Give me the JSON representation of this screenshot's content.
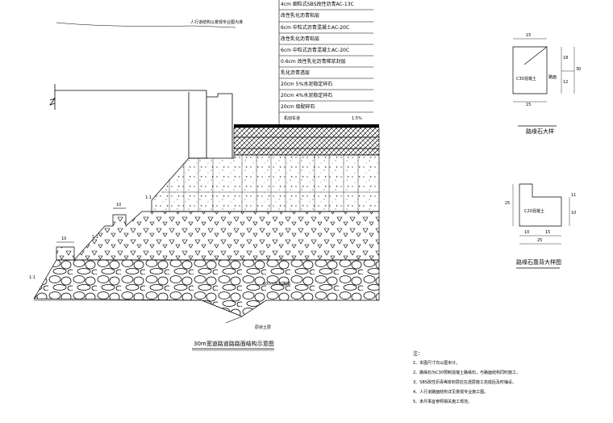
{
  "callouts": {
    "top_left_note": "人行道结构以景观专业图为准",
    "slope_ratio_left": "1:1",
    "slope_ratio_mid": "1:1",
    "slope_ratio_bottom": "1:1",
    "step_width": "10",
    "crossfall_label": "机动车道",
    "crossfall_value": "1.5%",
    "rubble_label": "60cm片石换填",
    "subgrade_label": "原状土层"
  },
  "layers": [
    "4cm 细粒式SBS改性沥青AC-13C",
    "改性乳化沥青粘层",
    "6cm 中粒式沥青混凝土AC-20C",
    "改性乳化沥青粘层",
    "6cm 中粒式沥青混凝土AC-20C",
    "0.6cm 改性乳化沥青稀浆封层",
    "乳化沥青透层",
    "20cm 5%水泥稳定碎石",
    "20cm 4%水泥稳定碎石",
    "20cm 级配碎石"
  ],
  "main_title": "30m宽道路道路路面结构示意图",
  "curb_detail": {
    "title": "路缘石大样",
    "material": "C30混凝土",
    "dim_top": "15",
    "dim_bottom": "15",
    "dim_height": "30",
    "dim_side_upper": "18",
    "dim_side_lower": "12",
    "dim_right_label": "路面"
  },
  "backing_detail": {
    "title": "路缘石靠背大样图",
    "material": "C20混凝土",
    "dim_left": "25",
    "dim_right_upper": "11",
    "dim_right_lower": "10",
    "dim_bottom_a": "10",
    "dim_bottom_b": "15",
    "dim_bottom_total": "25"
  },
  "notes": {
    "heading": "注：",
    "items": [
      "1、本图尺寸均以厘米计。",
      "2、路缘石为C30预制混凝土路缘石，与路面结构同时施工。",
      "3、SBS改性沥青稀浆封层应在透层施工完成后及时铺设。",
      "4、人行道路面结构详见景观专业施工图。",
      "5、未尽事宜参照相关施工规范。"
    ]
  }
}
